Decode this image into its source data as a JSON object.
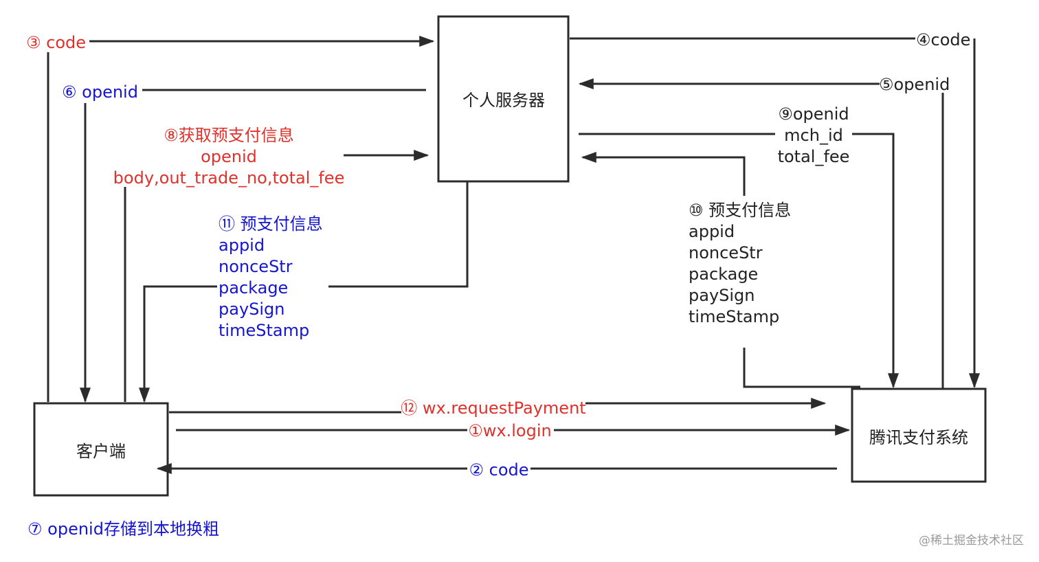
{
  "colors": {
    "red": "#e0312b",
    "blue": "#1515d0",
    "black": "#222222",
    "line": "#2b2b2b"
  },
  "boxes": {
    "server": "个人服务器",
    "client": "客户端",
    "tencent": "腾讯支付系统"
  },
  "labels": {
    "step3_code": "③ code",
    "step4_code": "④code",
    "step5_openid": "⑤openid",
    "step6_openid": "⑥ openid",
    "step8": [
      "⑧获取预支付信息",
      "openid",
      "body,out_trade_no,total_fee"
    ],
    "step9": [
      "⑨openid",
      "mch_id",
      "total_fee"
    ],
    "step10": [
      "⑩ 预支付信息",
      "appid",
      "nonceStr",
      "package",
      "paySign",
      "timeStamp"
    ],
    "step11": [
      "⑪ 预支付信息",
      "appid",
      "nonceStr",
      "package",
      "paySign",
      "timeStamp"
    ],
    "step12": "⑫ wx.requestPayment",
    "step1": "①wx.login",
    "step2": "② code",
    "step7": "⑦ openid存储到本地换粗"
  },
  "watermark": "@稀土掘金技术社区"
}
